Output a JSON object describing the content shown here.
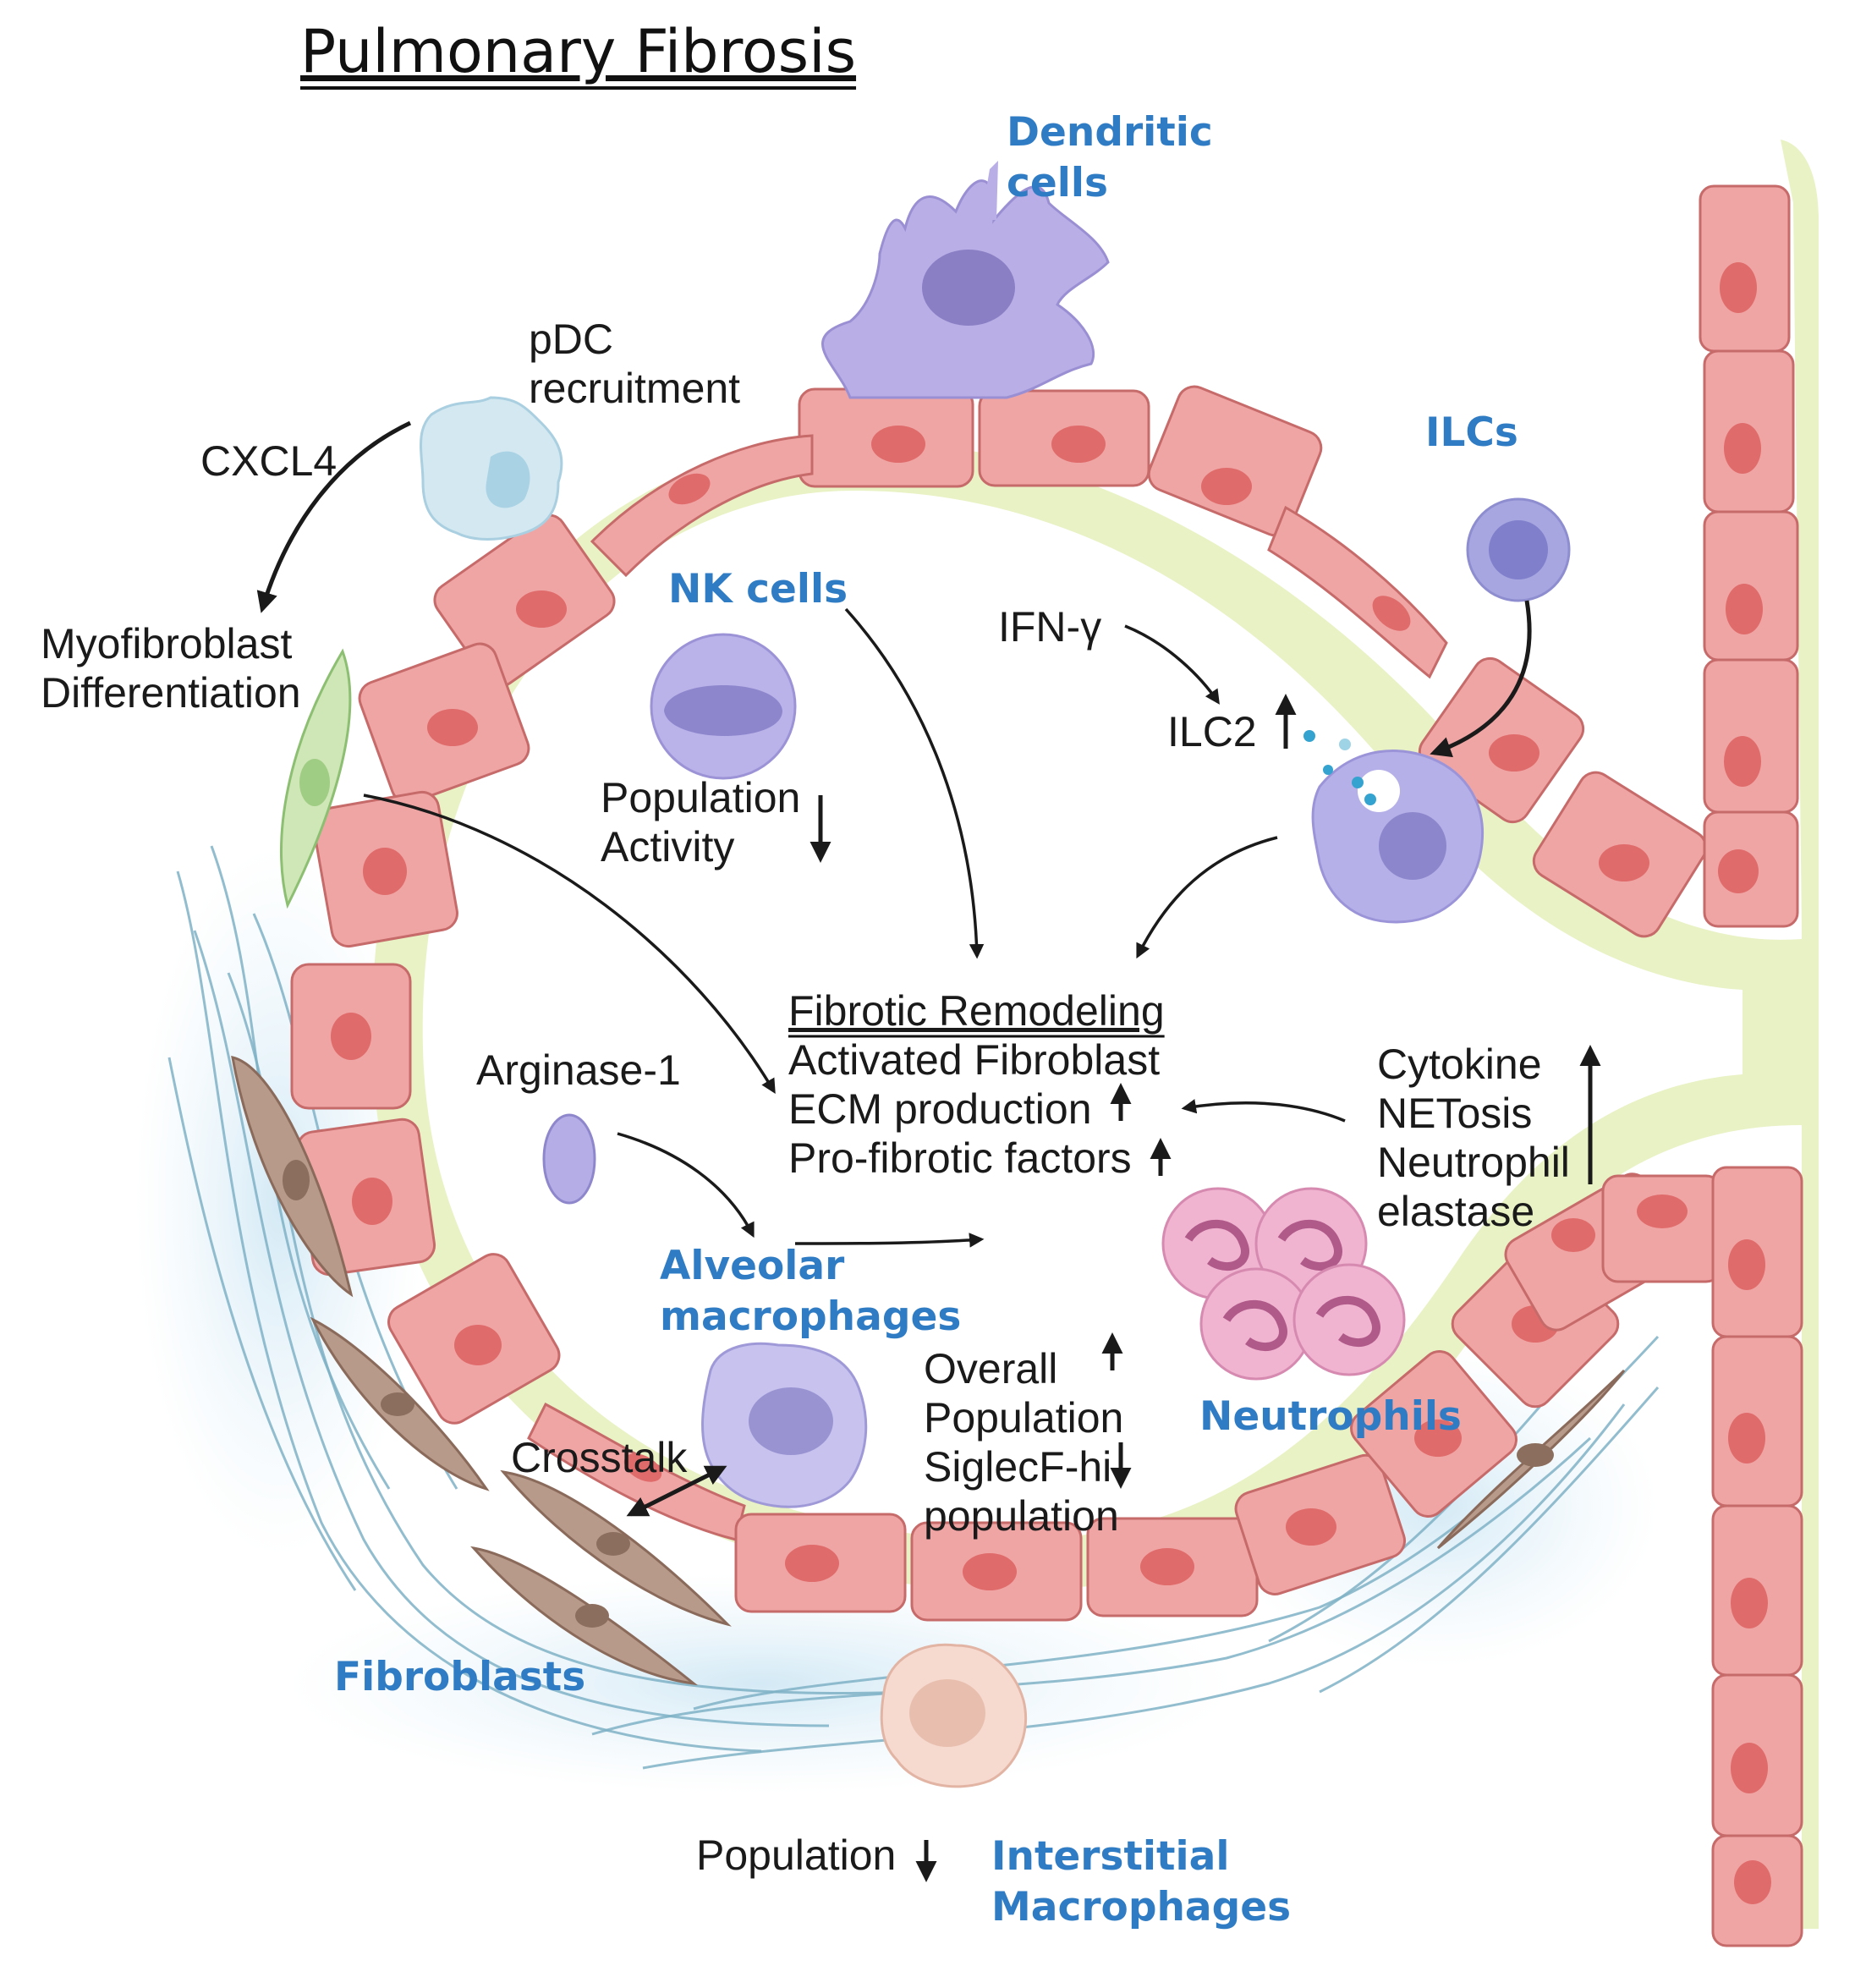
{
  "title": "Pulmonary Fibrosis",
  "cells": {
    "dendritic": [
      "Dendritic",
      "cells"
    ],
    "ilcs": "ILCs",
    "nk": "NK cells",
    "alveolar_macrophages": [
      "Alveolar",
      "macrophages"
    ],
    "neutrophils": "Neutrophils",
    "fibroblasts": "Fibroblasts",
    "interstitial_macrophages": [
      "Interstitial",
      "Macrophages"
    ]
  },
  "labels": {
    "pdc": [
      "pDC",
      "recruitment"
    ],
    "cxcl4": "CXCL4",
    "myofibroblast": [
      "Myofibroblast",
      "Differentiation"
    ],
    "nk_effect": [
      "Population",
      "Activity"
    ],
    "ifn": "IFN-γ",
    "ilc2": "ILC2",
    "arginase": "Arginase-1",
    "crosstalk": "Crosstalk",
    "neutrophil_effect": [
      "Cytokine",
      "NETosis",
      "Neutrophil",
      "elastase"
    ],
    "am_effect": [
      "Overall",
      "Population",
      "SiglecF-hi",
      "population"
    ],
    "im_effect": "Population"
  },
  "center": {
    "heading": "Fibrotic Remodeling",
    "lines": [
      "Activated Fibroblast",
      "ECM production",
      "Pro-fibrotic factors"
    ]
  },
  "colors": {
    "accent_label": "#2f7cc4",
    "epithelium": "#f0a5a5",
    "lining": "#e8f2c4",
    "fibers": "#7fb1c6"
  }
}
